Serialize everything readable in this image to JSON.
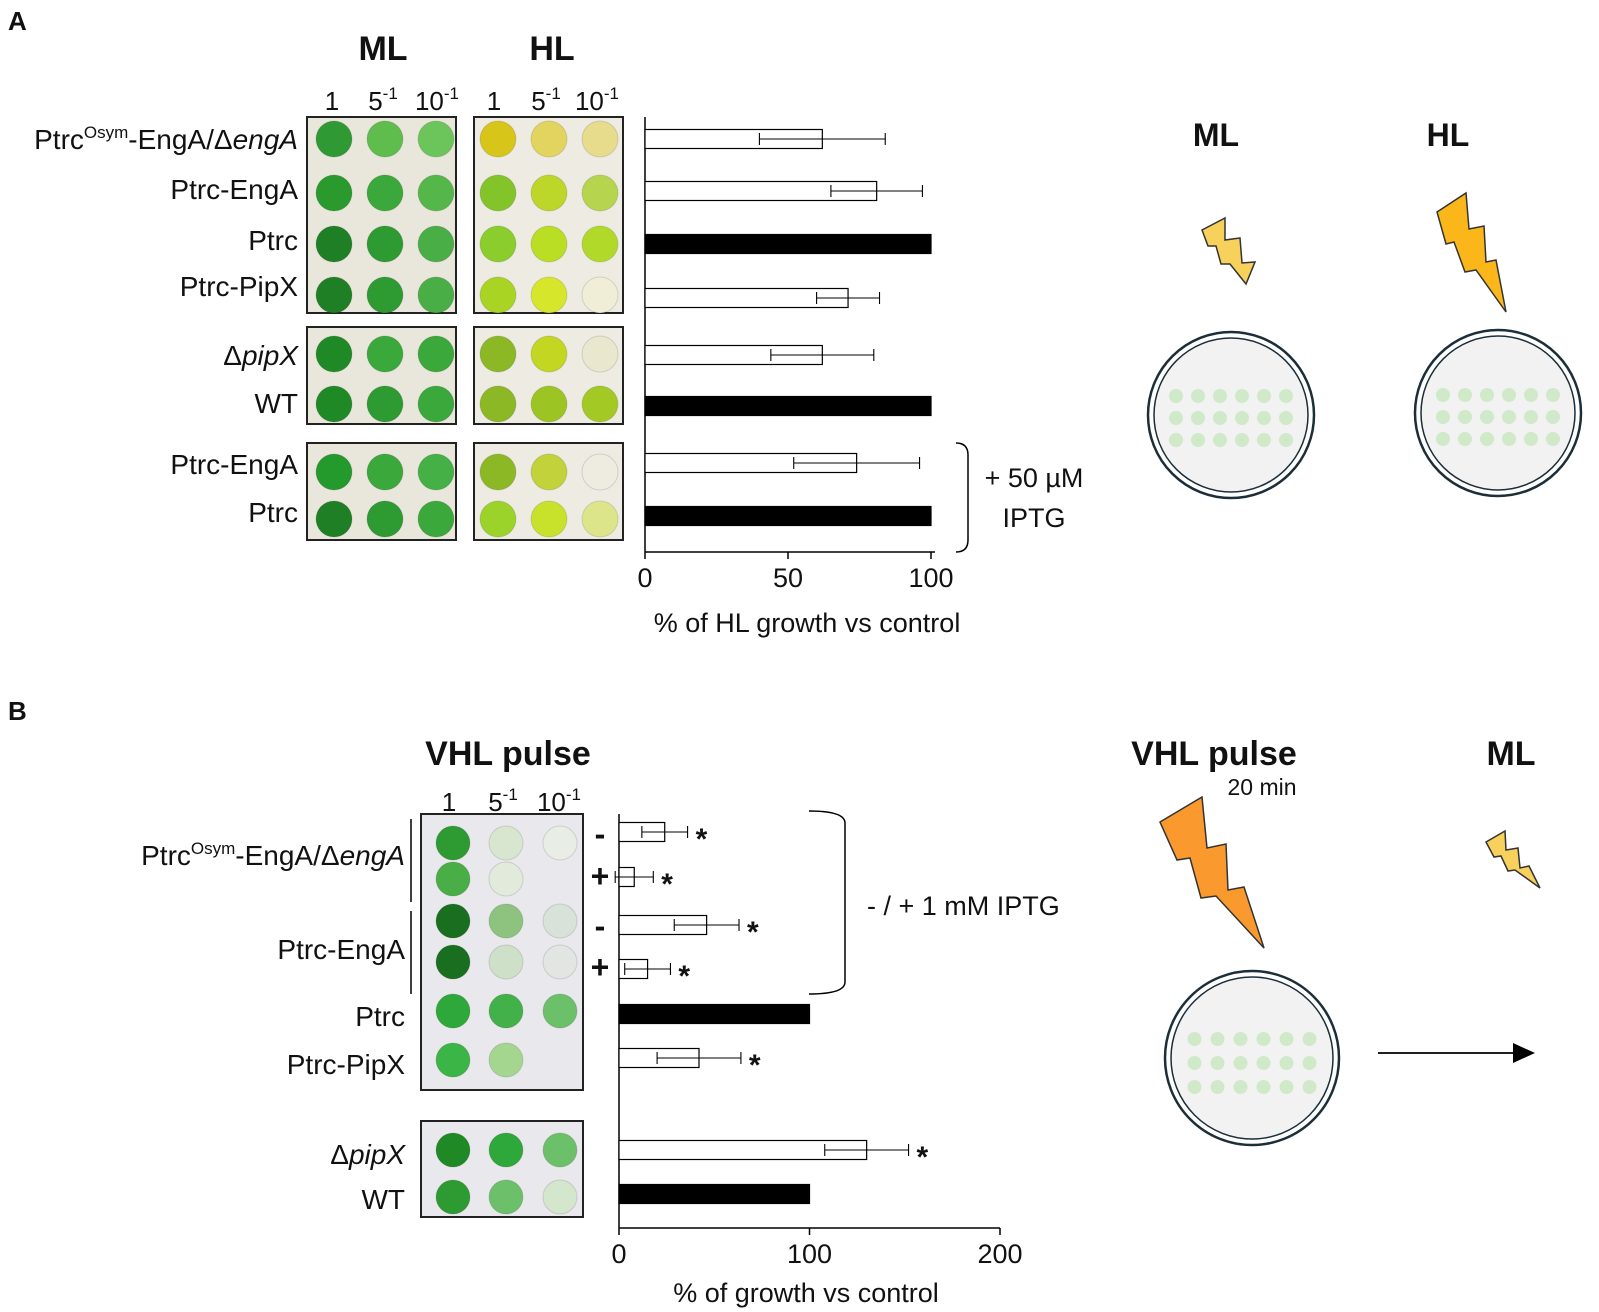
{
  "panels": {
    "a": {
      "letter": "A",
      "ml": "ML",
      "hl": "HL"
    },
    "b": {
      "letter": "B",
      "vhl": "VHL pulse"
    }
  },
  "dilutions": {
    "one": "1",
    "five": "5",
    "ten": "10",
    "exp": "-1"
  },
  "strains": {
    "osym_prefix": "Ptrc",
    "osym_sup": "Osym",
    "osym_mid": "-EngA/",
    "delta": "Δ",
    "engA": "engA",
    "ptrc_enga": "Ptrc-EngA",
    "ptrc": "Ptrc",
    "ptrc_pipx": "Ptrc-PipX",
    "pipX": "pipX",
    "wt": "WT"
  },
  "iptg_a": {
    "line1": "+ 50 µM",
    "line2": "IPTG"
  },
  "iptg_b": "- / + 1 mM IPTG",
  "signs": {
    "minus": "-",
    "plus": "+",
    "star": "*"
  },
  "schematic": {
    "ml": "ML",
    "hl": "HL",
    "vhl": "VHL pulse",
    "duration": "20 min",
    "ml_after": "ML",
    "colors": {
      "ml_bolt": "#f7d15c",
      "hl_bolt": "#fbb619",
      "vhl_bolt": "#fa9a2e",
      "spot": "#cfe9c9",
      "dish": "#f2f2f2"
    }
  },
  "colors": {
    "treated_bar": "#ffffff",
    "control_bar": "#000000"
  },
  "chart_data": [
    {
      "type": "bar",
      "orientation": "horizontal",
      "categories": [
        "PtrcOsym-EngA/ΔengA",
        "Ptrc-EngA",
        "Ptrc",
        "Ptrc-PipX",
        "ΔpipX",
        "WT",
        "Ptrc-EngA",
        "Ptrc"
      ],
      "values": [
        62,
        81,
        100,
        71,
        62,
        100,
        74,
        100
      ],
      "errors": [
        22,
        16,
        0,
        11,
        18,
        0,
        22,
        0
      ],
      "control": [
        false,
        false,
        true,
        false,
        false,
        true,
        false,
        true
      ],
      "xlabel": "% of HL growth vs control",
      "xticks": [
        0,
        50,
        100
      ],
      "xlim": [
        0,
        100
      ]
    },
    {
      "type": "bar",
      "orientation": "horizontal",
      "categories": [
        "PtrcOsym-EngA/ΔengA -",
        "PtrcOsym-EngA/ΔengA +",
        "Ptrc-EngA -",
        "Ptrc-EngA +",
        "Ptrc",
        "Ptrc-PipX",
        "ΔpipX",
        "WT"
      ],
      "values": [
        24,
        8,
        46,
        15,
        100,
        42,
        130,
        100
      ],
      "errors": [
        12,
        10,
        17,
        12,
        0,
        22,
        22,
        0
      ],
      "control": [
        false,
        false,
        false,
        false,
        true,
        false,
        false,
        true
      ],
      "significant": [
        true,
        true,
        true,
        true,
        false,
        true,
        true,
        false
      ],
      "xlabel": "% of growth vs control",
      "xticks": [
        0,
        100,
        200
      ],
      "xlim": [
        0,
        200
      ]
    }
  ]
}
